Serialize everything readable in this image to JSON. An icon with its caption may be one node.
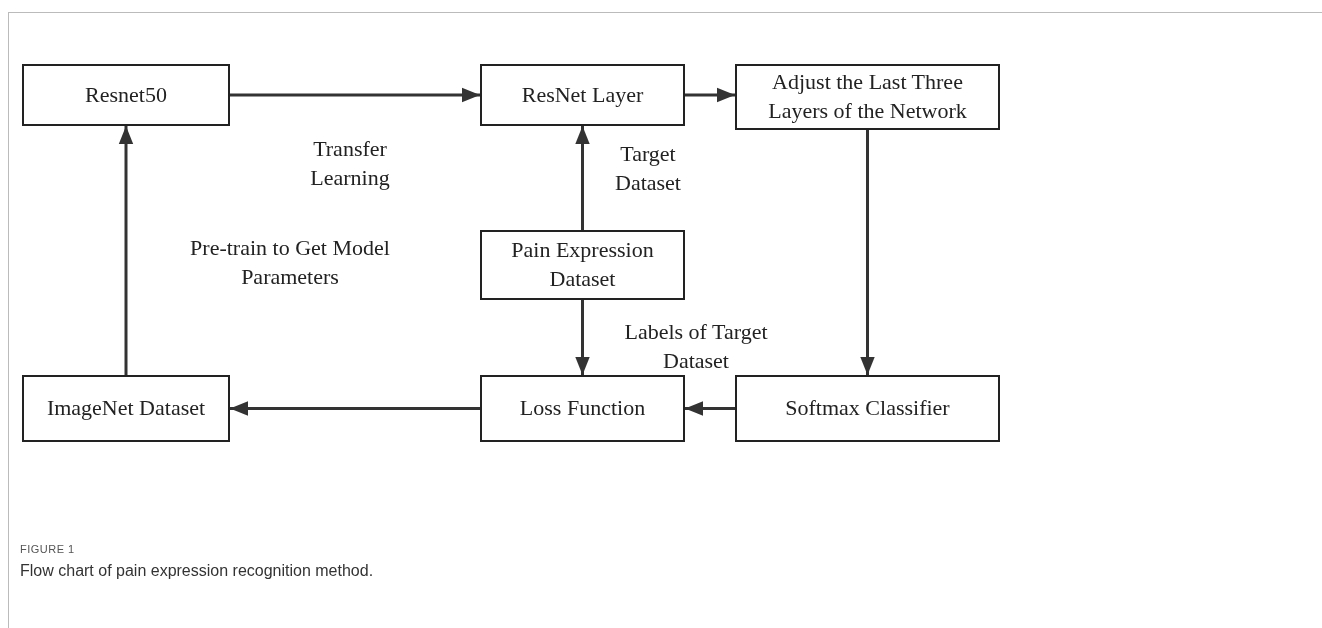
{
  "diagram": {
    "caption": "Flow chart of pain expression recognition method.",
    "nodes": [
      {
        "text": [
          "Resnet50"
        ]
      },
      {
        "text": [
          "ResNet Layer"
        ]
      },
      {
        "text": [
          "Adjust the Last Three Layers of the Network"
        ]
      },
      {
        "text": [
          "Pain Expression Dataset"
        ]
      },
      {
        "text": [
          "ImageNet Dataset"
        ]
      },
      {
        "text": [
          "Loss Function"
        ]
      },
      {
        "text": [
          "Softmax Classifier"
        ]
      }
    ],
    "edges": [
      {
        "from": 0,
        "to": 1,
        "arrow": "to",
        "label": "Transfer Learning"
      },
      {
        "from": 1,
        "to": 2,
        "arrow": "to"
      },
      {
        "from": 3,
        "to": 1,
        "arrow": "to",
        "label": "Target Dataset"
      },
      {
        "from": 2,
        "to": 6,
        "arrow": "to"
      },
      {
        "from": 6,
        "to": 5,
        "arrow": "to"
      },
      {
        "from": 5,
        "to": 4,
        "arrow": "to"
      },
      {
        "from": 4,
        "to": 0,
        "arrow": "to",
        "label": "Pre-train to Get Model Parameters"
      },
      {
        "from": 3,
        "to": 5,
        "arrow": "to",
        "label": "Labels of Target Dataset"
      }
    ],
    "labels": [
      "FIGURE 1"
    ]
  }
}
